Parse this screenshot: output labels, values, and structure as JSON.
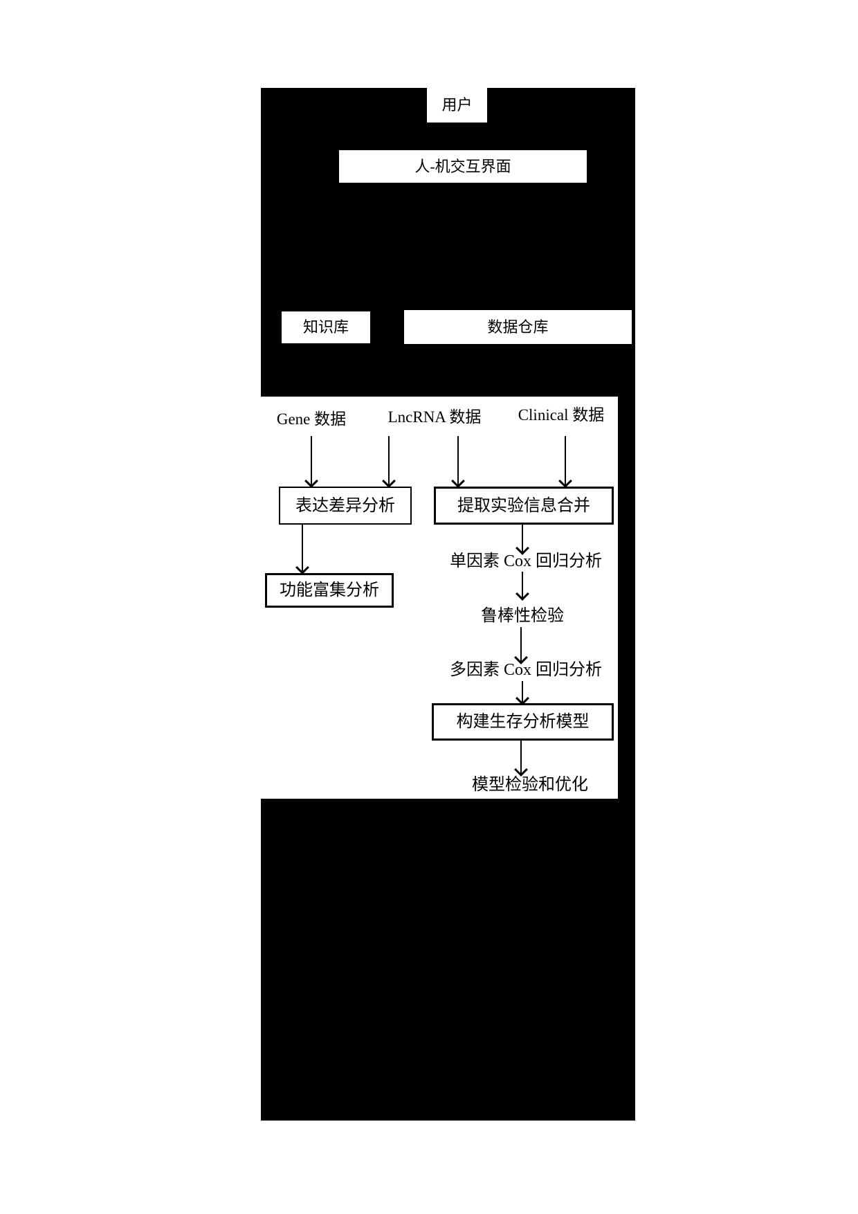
{
  "diagram": {
    "colors": {
      "panel_bg": "#000000",
      "box_bg": "#ffffff",
      "box_border": "#000000",
      "text": "#000000"
    },
    "top_panel": {
      "user": "用户",
      "hmi": "人-机交互界面",
      "knowledge_base": "知识库",
      "data_warehouse": "数据仓库"
    },
    "flowchart": {
      "inputs": [
        {
          "label": "Gene 数据"
        },
        {
          "label": "LncRNA 数据"
        },
        {
          "label": "Clinical 数据"
        }
      ],
      "nodes": {
        "expression_diff": "表达差异分析",
        "extract_merge": "提取实验信息合并",
        "func_enrich": "功能富集分析",
        "single_cox": "单因素 Cox 回归分析",
        "robustness": "鲁棒性检验",
        "multi_cox": "多因素 Cox 回归分析",
        "survival_model": "构建生存分析模型",
        "model_check": "模型检验和优化"
      }
    }
  }
}
